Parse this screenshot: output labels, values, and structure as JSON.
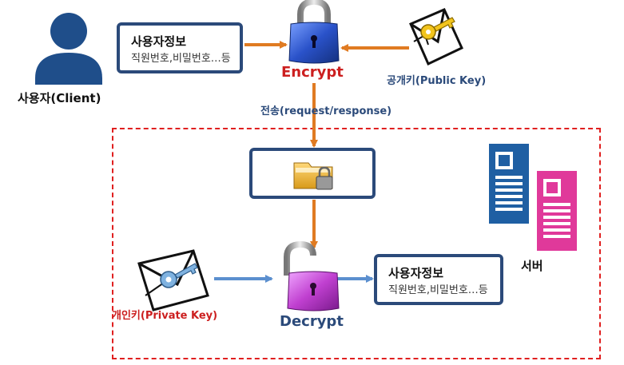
{
  "client": {
    "label": "사용자(Client)"
  },
  "client_info": {
    "title": "사용자정보",
    "detail": "직원번호,비밀번호…등"
  },
  "encrypt": {
    "label": "Encrypt"
  },
  "public_key": {
    "label": "공개키(Public Key)"
  },
  "transmission": {
    "label": "전송(request/response)"
  },
  "private_key": {
    "label": "개인키(Private Key)"
  },
  "decrypt": {
    "label": "Decrypt"
  },
  "server_info": {
    "title": "사용자정보",
    "detail": "직원번호,비밀번호…등"
  },
  "server": {
    "label": "서버"
  },
  "colors": {
    "box_border": "#2b4a7a",
    "arrow_orange": "#e07b22",
    "arrow_blue": "#5b8fcf",
    "encrypt_text": "#cc1f1f",
    "decrypt_text": "#2b4a7a",
    "dashed_border": "#e02020",
    "lock_blue": "#2a52c9",
    "lock_purple": "#c040d0",
    "server_blue": "#1f5fa3",
    "server_pink": "#e0399a"
  }
}
